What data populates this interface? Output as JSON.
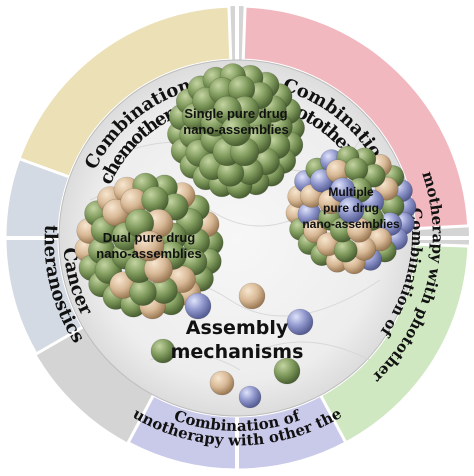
{
  "colors": {
    "background": "#ffffff",
    "ring_gray": "#d4d4d4",
    "seg_chemo": "#ece0b7",
    "seg_photo": "#f2b8bf",
    "seg_chemo_photo": "#cfe8c1",
    "seg_immuno": "#c9c9ea",
    "seg_theranostics": "#d3dae3",
    "marble": "#efefef",
    "sphere_green": "#7f9a5c",
    "sphere_tan": "#d8b996",
    "sphere_blue": "#8b93c9"
  },
  "segments": {
    "chemo": {
      "line1": "Combination",
      "line2": "chemotherapy"
    },
    "photo": {
      "line1": "Combination",
      "line2": "phototherapy"
    },
    "chemo_photo": {
      "line1": "Combination of",
      "line2": "chemotherapy with phototherapy"
    },
    "immuno": {
      "line1": "Combination of",
      "line2": "immunotherapy with other therapy"
    },
    "theranostics": {
      "line1": "Cancer",
      "line2": "theranostics"
    }
  },
  "assemblies": {
    "single": {
      "line1": "Single pure drug",
      "line2": "nano-assemblies"
    },
    "dual": {
      "line1": "Dual pure drug",
      "line2": "nano-assemblies"
    },
    "multiple": {
      "line1": "Multiple",
      "line2": "pure drug",
      "line3": "nano-assemblies"
    }
  },
  "center": {
    "line1": "Assembly",
    "line2": "mechanisms"
  }
}
